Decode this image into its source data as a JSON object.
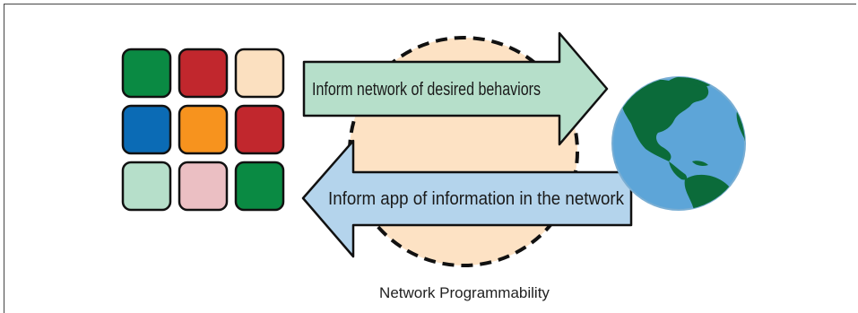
{
  "app_grid": {
    "tiles": [
      {
        "color": "#0a8a43"
      },
      {
        "color": "#c1272d"
      },
      {
        "color": "#fbe0c0"
      },
      {
        "color": "#0b6bb5"
      },
      {
        "color": "#f7931e"
      },
      {
        "color": "#c1272d"
      },
      {
        "color": "#b6dfca"
      },
      {
        "color": "#ebbfc3"
      },
      {
        "color": "#0a8a43"
      }
    ]
  },
  "arrows": {
    "to_network": {
      "label": "Inform network of desired behaviors",
      "fill": "#b6dfca"
    },
    "to_app": {
      "label": "Inform app of information in the network",
      "fill": "#b4d4ec"
    }
  },
  "network_circle": {
    "fill": "#fde2c4",
    "stroke": "#111111"
  },
  "globe": {
    "ocean": "#5da5d8",
    "land": "#0b6b3a"
  },
  "caption": "Network Programmability"
}
